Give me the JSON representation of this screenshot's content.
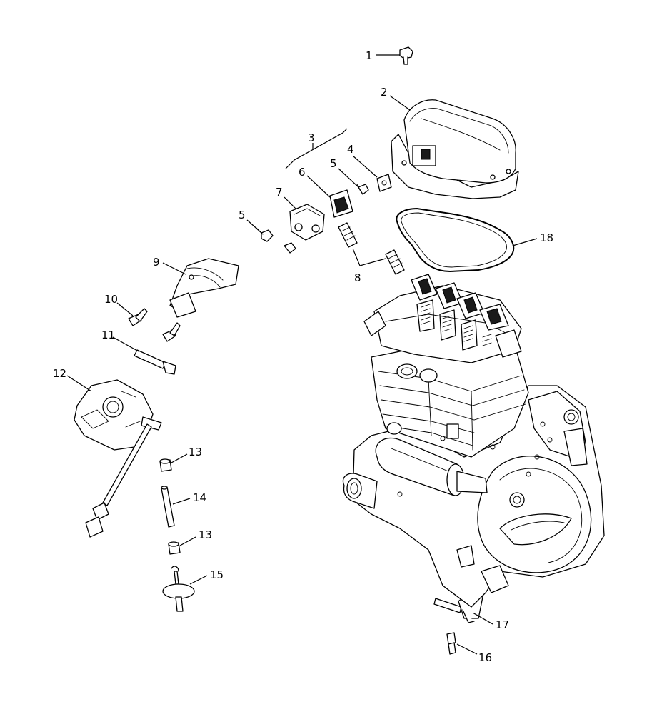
{
  "callouts": {
    "c1": "1",
    "c2": "2",
    "c3": "3",
    "c4": "4",
    "c5a": "5",
    "c5b": "5",
    "c6": "6",
    "c7": "7",
    "c8": "8",
    "c9": "9",
    "c10": "10",
    "c11": "11",
    "c12": "12",
    "c13a": "13",
    "c13b": "13",
    "c14": "14",
    "c15": "15",
    "c16": "16",
    "c17": "17",
    "c18": "18"
  }
}
